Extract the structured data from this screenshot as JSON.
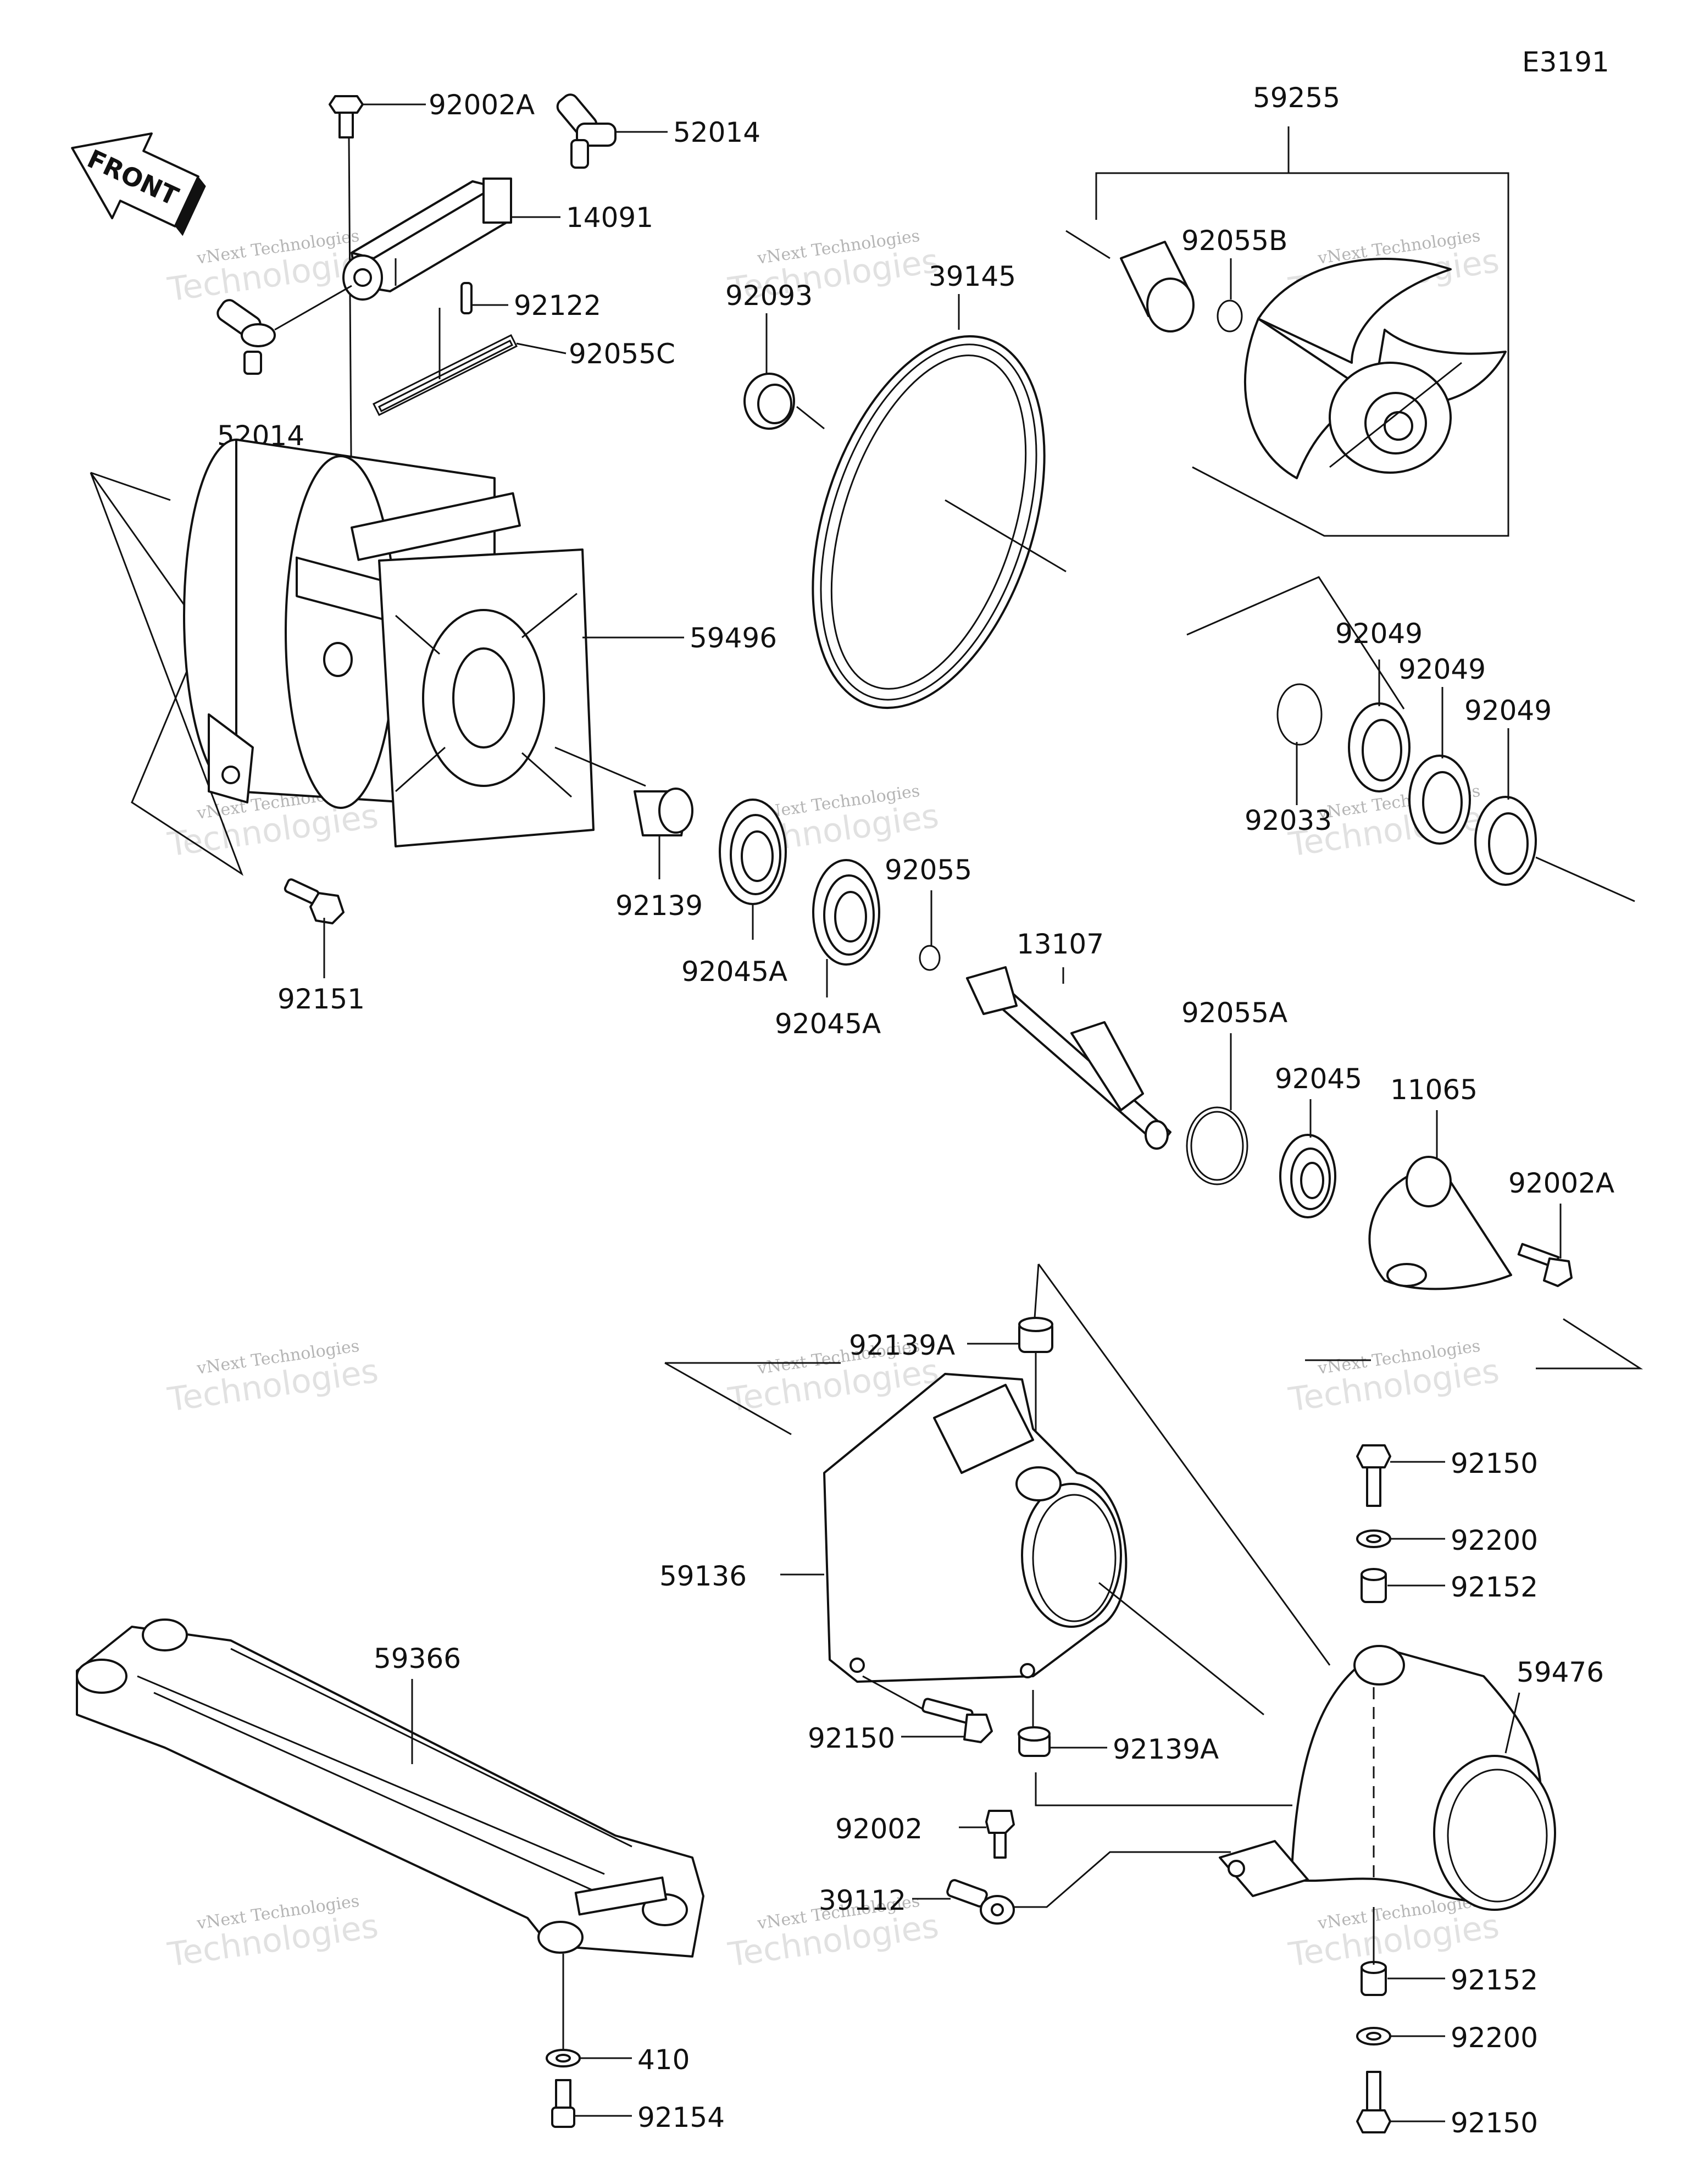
{
  "diagram_code": "E3191",
  "front_label": "FRONT",
  "watermark": {
    "line1": "vNext Technologies",
    "line2": "Technologies"
  },
  "parts": {
    "p92002A_top": "92002A",
    "p52014_top": "52014",
    "p14091": "14091",
    "p92122": "92122",
    "p92055C": "92055C",
    "p52014_bottom": "52014",
    "p59496": "59496",
    "p92151": "92151",
    "p92139": "92139",
    "p92045A_1": "92045A",
    "p92045A_2": "92045A",
    "p92055": "92055",
    "p92093": "92093",
    "p39145": "39145",
    "p59255": "59255",
    "p92055B": "92055B",
    "p92049_1": "92049",
    "p92049_2": "92049",
    "p92049_3": "92049",
    "p92033": "92033",
    "p13107": "13107",
    "p92055A": "92055A",
    "p92045": "92045",
    "p11065": "11065",
    "p92002A_right": "92002A",
    "p92139A_top": "92139A",
    "p59136": "59136",
    "p92150_left": "92150",
    "p92139A_bottom": "92139A",
    "p92002": "92002",
    "p39112": "39112",
    "p59366": "59366",
    "p410": "410",
    "p92154": "92154",
    "p92150_r1": "92150",
    "p92200_r1": "92200",
    "p92152_r1": "92152",
    "p59476": "59476",
    "p92152_r2": "92152",
    "p92200_r2": "92200",
    "p92150_r2": "92150"
  }
}
